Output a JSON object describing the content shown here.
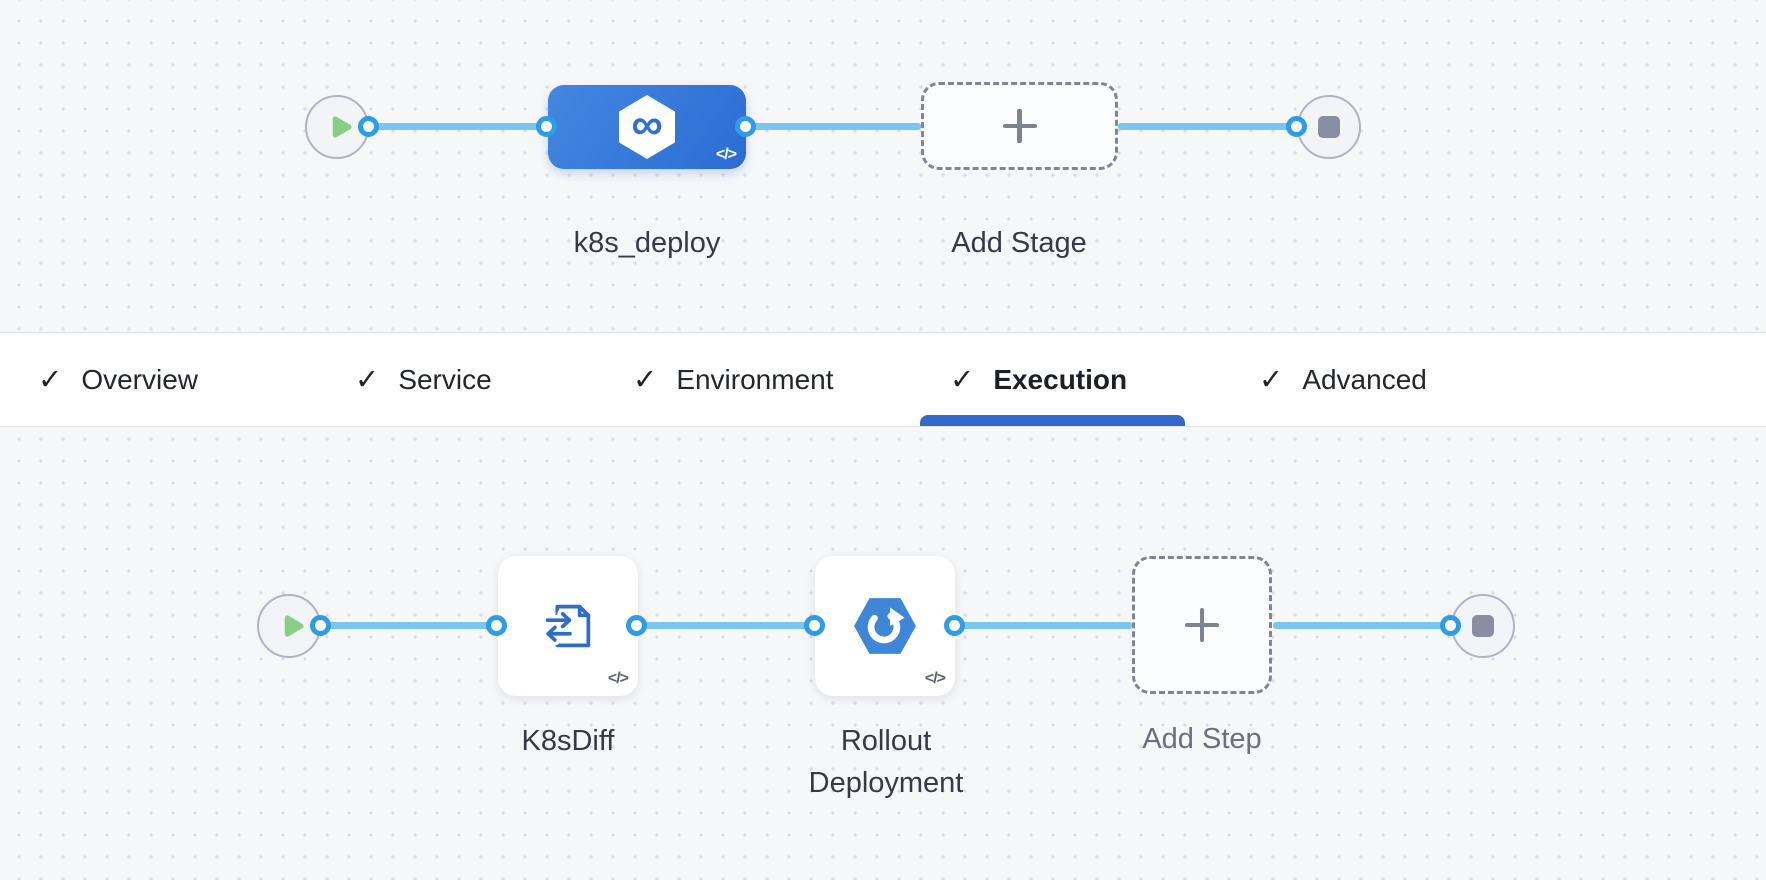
{
  "icons": {
    "check": "✓",
    "code": "</>",
    "infinity": "∞"
  },
  "stage_section": {
    "stage_name": "k8s_deploy",
    "add_stage_label": "Add Stage"
  },
  "tab_bar": {
    "tabs": [
      {
        "label": "Overview",
        "checked": true,
        "active": false
      },
      {
        "label": "Service",
        "checked": true,
        "active": false
      },
      {
        "label": "Environment",
        "checked": true,
        "active": false
      },
      {
        "label": "Execution",
        "checked": true,
        "active": true
      },
      {
        "label": "Advanced",
        "checked": true,
        "active": false
      }
    ]
  },
  "execution_section": {
    "steps": [
      {
        "name": "K8sDiff"
      },
      {
        "name": "Rollout Deployment"
      }
    ],
    "add_step_label": "Add Step"
  },
  "colors": {
    "canvas_bg": "#f6f7f9",
    "grid_dot": "#d9dbe3",
    "node_blue_start": "#4387e0",
    "node_blue_end": "#2b6cd4",
    "connector": "#79c7f1",
    "port_ring": "#2d9ce9",
    "tab_underline": "#3268c8",
    "play_green": "#85d083",
    "stop_gray": "#8a8ea2",
    "dashed_border": "#7f8498",
    "step_icon_blue": "#2e6cc9",
    "rollout_hex_blue": "#3e87d8"
  }
}
